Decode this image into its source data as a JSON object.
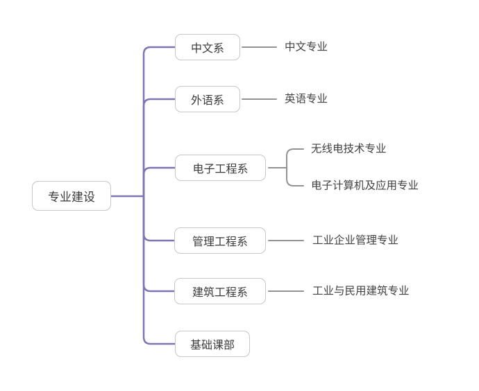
{
  "colors": {
    "branch_line": "#7f74b2",
    "leaf_line": "#929292",
    "box_border": "#c6c5ce",
    "text": "#3a3a3a"
  },
  "root": {
    "label": "专业建设"
  },
  "branches": [
    {
      "label": "中文系",
      "children": [
        "中文专业"
      ]
    },
    {
      "label": "外语系",
      "children": [
        "英语专业"
      ]
    },
    {
      "label": "电子工程系",
      "children": [
        "无线电技术专业",
        "电子计算机及应用专业"
      ]
    },
    {
      "label": "管理工程系",
      "children": [
        "工业企业管理专业"
      ]
    },
    {
      "label": "建筑工程系",
      "children": [
        "工业与民用建筑专业"
      ]
    },
    {
      "label": "基础课部",
      "children": []
    }
  ]
}
